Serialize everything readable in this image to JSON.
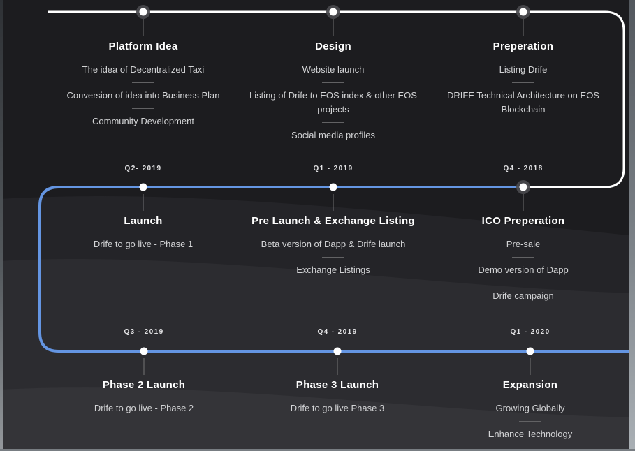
{
  "page": {
    "background": "#1c1c1f"
  },
  "colors": {
    "primary_line": "#ffffff",
    "accent_line": "#6495e2",
    "dot": "#ffffff",
    "halo": "#4a4a4e"
  },
  "rows": [
    {
      "milestones": [
        {
          "title": "Platform Idea",
          "items": [
            "The idea of Decentralized Taxi",
            "Conversion of idea into Business Plan",
            "Community Development"
          ]
        },
        {
          "title": "Design",
          "items": [
            "Website launch",
            "Listing of Drife to EOS index & other EOS projects",
            "Social media profiles"
          ]
        },
        {
          "title": "Preperation",
          "items": [
            "Listing Drife",
            "DRIFE Technical Architecture on EOS Blockchain"
          ]
        }
      ]
    },
    {
      "milestones": [
        {
          "quarter": "Q2- 2019",
          "title": "Launch",
          "items": [
            "Drife to go live - Phase 1"
          ]
        },
        {
          "quarter": "Q1 - 2019",
          "title": "Pre Launch & Exchange Listing",
          "items": [
            "Beta version of Dapp & Drife launch",
            "Exchange Listings"
          ]
        },
        {
          "quarter": "Q4 - 2018",
          "title": "ICO Preperation",
          "items": [
            "Pre-sale",
            "Demo version of Dapp",
            "Drife campaign"
          ]
        }
      ]
    },
    {
      "milestones": [
        {
          "quarter": "Q3 - 2019",
          "title": "Phase 2 Launch",
          "items": [
            "Drife to go live - Phase 2"
          ]
        },
        {
          "quarter": "Q4 - 2019",
          "title": "Phase 3 Launch",
          "items": [
            "Drife to go live Phase 3"
          ]
        },
        {
          "quarter": "Q1 - 2020",
          "title": "Expansion",
          "items": [
            "Growing Globally",
            "Enhance Technology"
          ]
        }
      ]
    }
  ]
}
